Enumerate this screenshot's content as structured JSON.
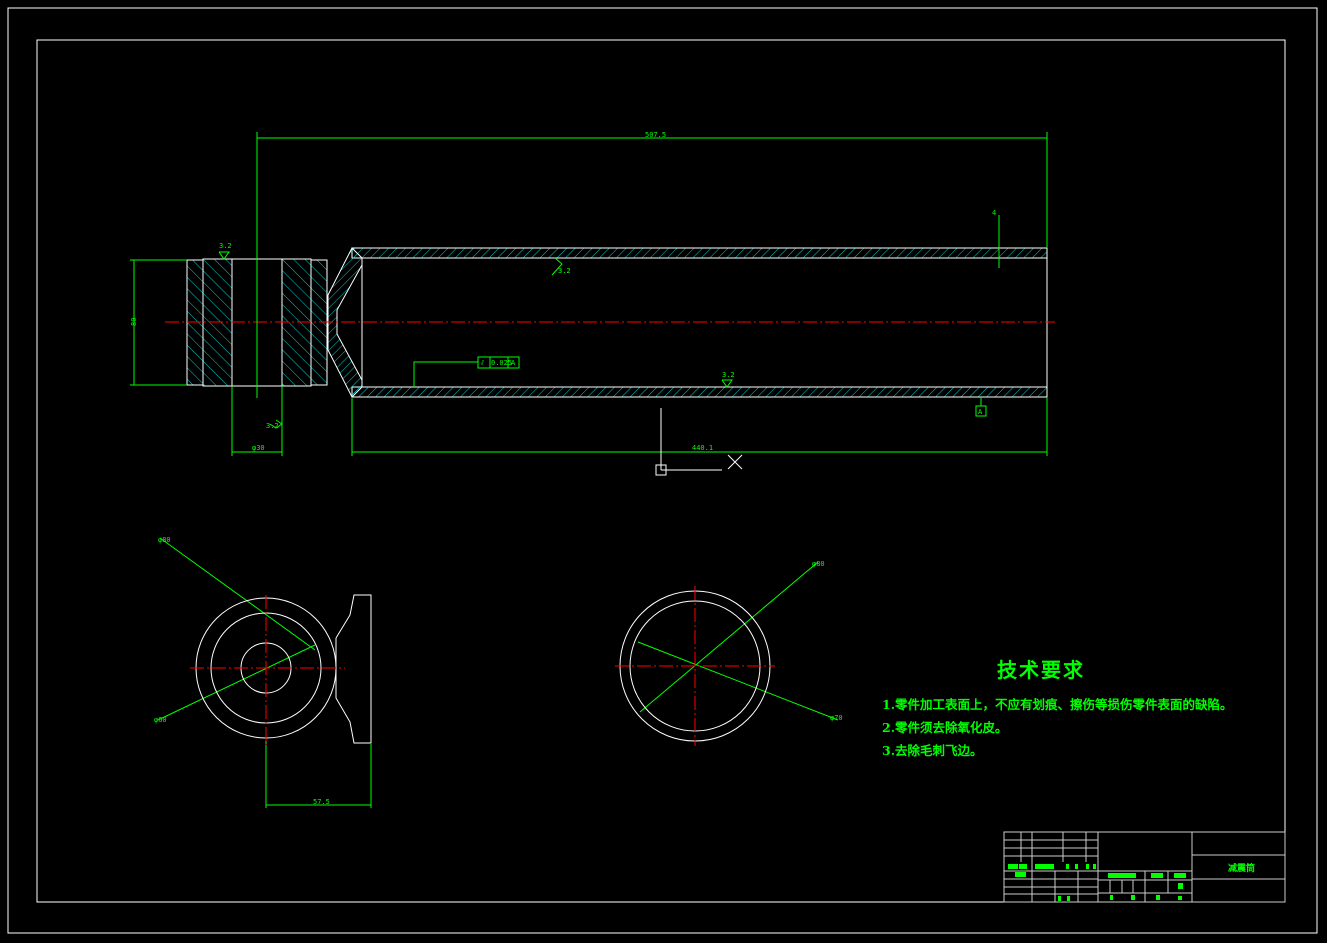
{
  "drawing": {
    "part_name": "减震筒",
    "dimensions": {
      "total_length": "507.5",
      "tube_length": "440.1",
      "left_height": "80",
      "left_bore": "φ30",
      "wall": "4",
      "side_offset": "57.5",
      "left_circle_dia": "φ80",
      "left_circle_dia2": "φ60",
      "right_circle_dia": "φ80",
      "right_circle_dia2": "φ70"
    },
    "roughness": [
      "3.2",
      "3.2",
      "3.2",
      "3.2"
    ],
    "tolerance_frame": [
      "⫽",
      "0.025",
      "A"
    ],
    "datum": "A",
    "tech_requirements": {
      "title": "技术要求",
      "items": [
        "1.零件加工表面上，不应有划痕、擦伤等损伤零件表面的缺陷。",
        "2.零件须去除氧化皮。",
        "3.去除毛刺飞边。"
      ]
    }
  },
  "colors": {
    "line": "#ffffff",
    "dim": "#00ff00",
    "hatch": "#00cccc",
    "center": "#ff0000"
  }
}
